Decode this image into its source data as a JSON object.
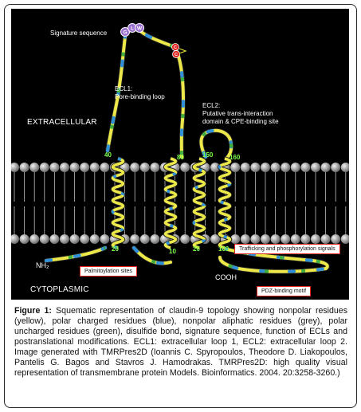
{
  "figure": {
    "labels": {
      "signature_sequence": "Signature sequence",
      "ecl1": "ECL1:",
      "ecl1_sub": "Pore-binding loop",
      "ecl2": "ECL2:",
      "ecl2_sub1": "Putative trans-interaction",
      "ecl2_sub2": "domain & CPE-binding site",
      "extracellular": "EXTRACELLULAR",
      "cytoplasmic": "CYTOPLASMIC",
      "nh2": "NH₂",
      "cooh": "COOH"
    },
    "signature_residues": [
      "G",
      "L",
      "W"
    ],
    "disulfide_residues": [
      "C",
      "C"
    ],
    "residue_numbers": [
      "40",
      "80",
      "150",
      "160",
      "20",
      "10",
      "20",
      "100"
    ],
    "callouts": {
      "palmitoylation": "Palmitoylation sites",
      "trafficking": "Trafficking and phosphorylation signals",
      "pdz": "PDZ-binding motif"
    },
    "colors": {
      "nonpolar": "#ece84a",
      "polar_charged": "#2f8fd8",
      "nonpolar_aliphatic": "#9a9a9a",
      "polar_uncharged": "#3fae3f",
      "signature": "#9b6fd0",
      "disulfide": "#e0261f",
      "background": "#000000"
    }
  },
  "caption": {
    "label": "Figure 1:",
    "text": " Squematic representation of claudin-9 topology showing nonpolar residues (yellow), polar charged residues (blue), nonpolar aliphatic residues (grey), polar uncharged residues (green), disulfide bond, signature sequence, function of ECLs and postranslational modifications.  ECL1: extracellular loop 1, ECL2: extracellular loop 2. Image generated with TMRPres2D (Ioannis C. Spyropoulos, Theodore D. Liakopoulos, Pantelis G. Bagos and Stavros J. Hamodrakas. TMRPres2D: high quality visual representation of transmembrane protein Models. Bioinformatics. 2004. 20:3258-3260.)"
  }
}
